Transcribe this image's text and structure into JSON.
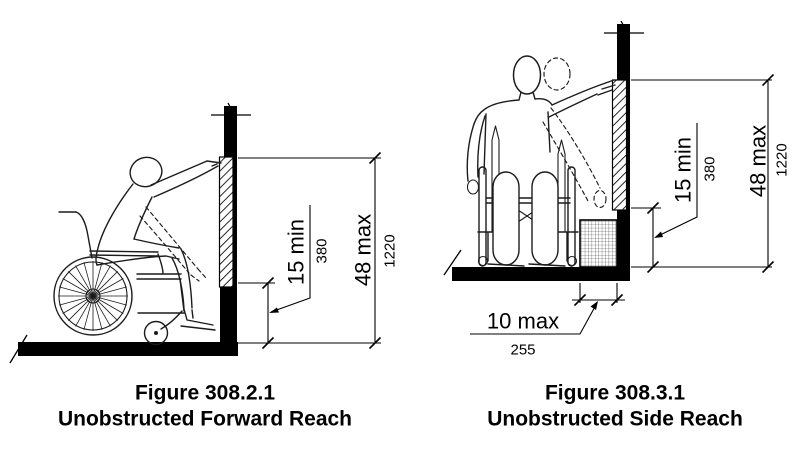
{
  "colors": {
    "ink": "#000000",
    "background": "#ffffff",
    "hatch": "#000000"
  },
  "figures": [
    {
      "caption_line1": "Figure 308.2.1",
      "caption_line2": "Unobstructed Forward Reach",
      "dims": {
        "reach_min": {
          "label": "15 min",
          "metric": "380"
        },
        "reach_max": {
          "label": "48 max",
          "metric": "1220"
        }
      }
    },
    {
      "caption_line1": "Figure 308.3.1",
      "caption_line2": "Unobstructed Side Reach",
      "dims": {
        "reach_min": {
          "label": "15 min",
          "metric": "380"
        },
        "reach_max": {
          "label": "48 max",
          "metric": "1220"
        },
        "obstruction_depth": {
          "label": "10 max",
          "metric": "255"
        }
      }
    }
  ]
}
